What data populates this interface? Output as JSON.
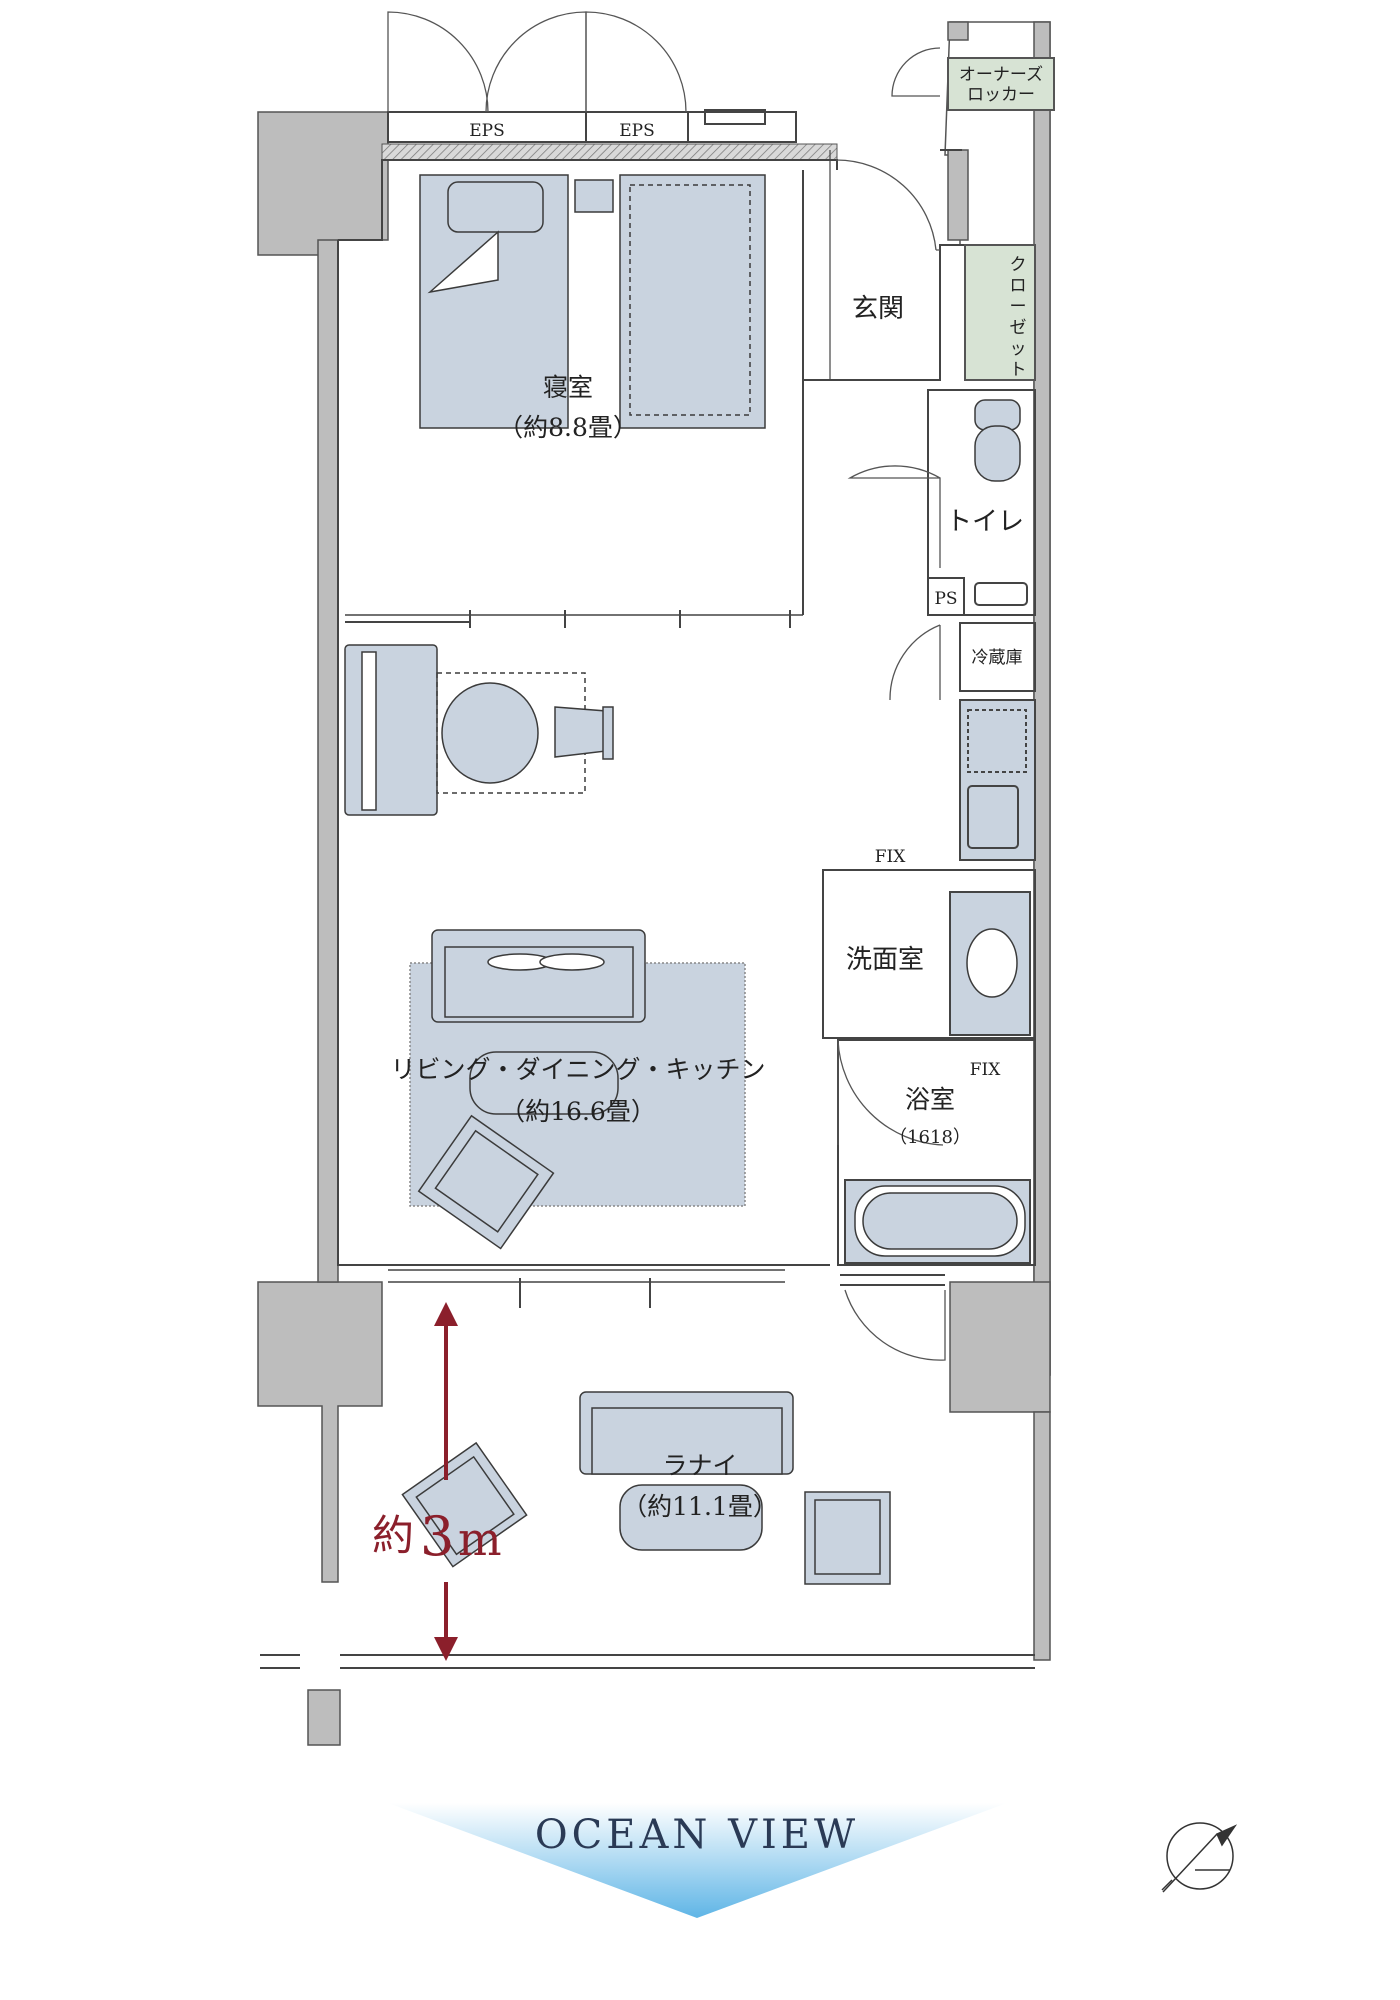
{
  "rooms": {
    "bedroom": {
      "name": "寝室",
      "area": "（約8.8畳）"
    },
    "entrance": {
      "name": "玄関"
    },
    "toilet": {
      "name": "トイレ"
    },
    "ldk": {
      "name": "リビング・ダイニング・キッチン",
      "area": "（約16.6畳）"
    },
    "washroom": {
      "name": "洗面室"
    },
    "bathroom": {
      "name": "浴室",
      "size": "（1618）"
    },
    "lanai": {
      "name": "ラナイ",
      "area": "（約11.1畳）"
    }
  },
  "fixtures": {
    "eps_left": "EPS",
    "eps_right": "EPS",
    "owners_locker_line1": "オーナーズ",
    "owners_locker_line2": "ロッカー",
    "closet": [
      "ク",
      "ロ",
      "ー",
      "ゼ",
      "ッ",
      "ト"
    ],
    "ps": "PS",
    "fridge": "冷蔵庫",
    "fix_top": "FIX",
    "fix_bath": "FIX"
  },
  "dimension": {
    "prefix": "約",
    "value": "3",
    "unit": "m"
  },
  "view_banner": "OCEAN VIEW",
  "colors": {
    "wall": "#bdbdbd",
    "furniture": "#c9d3df",
    "furniture_stroke": "#3b3b3b",
    "locker": "#d7e3d4",
    "dimension_arrow": "#8b1f2b",
    "banner_top": "#ffffff",
    "banner_bottom": "#5fb5e6"
  }
}
